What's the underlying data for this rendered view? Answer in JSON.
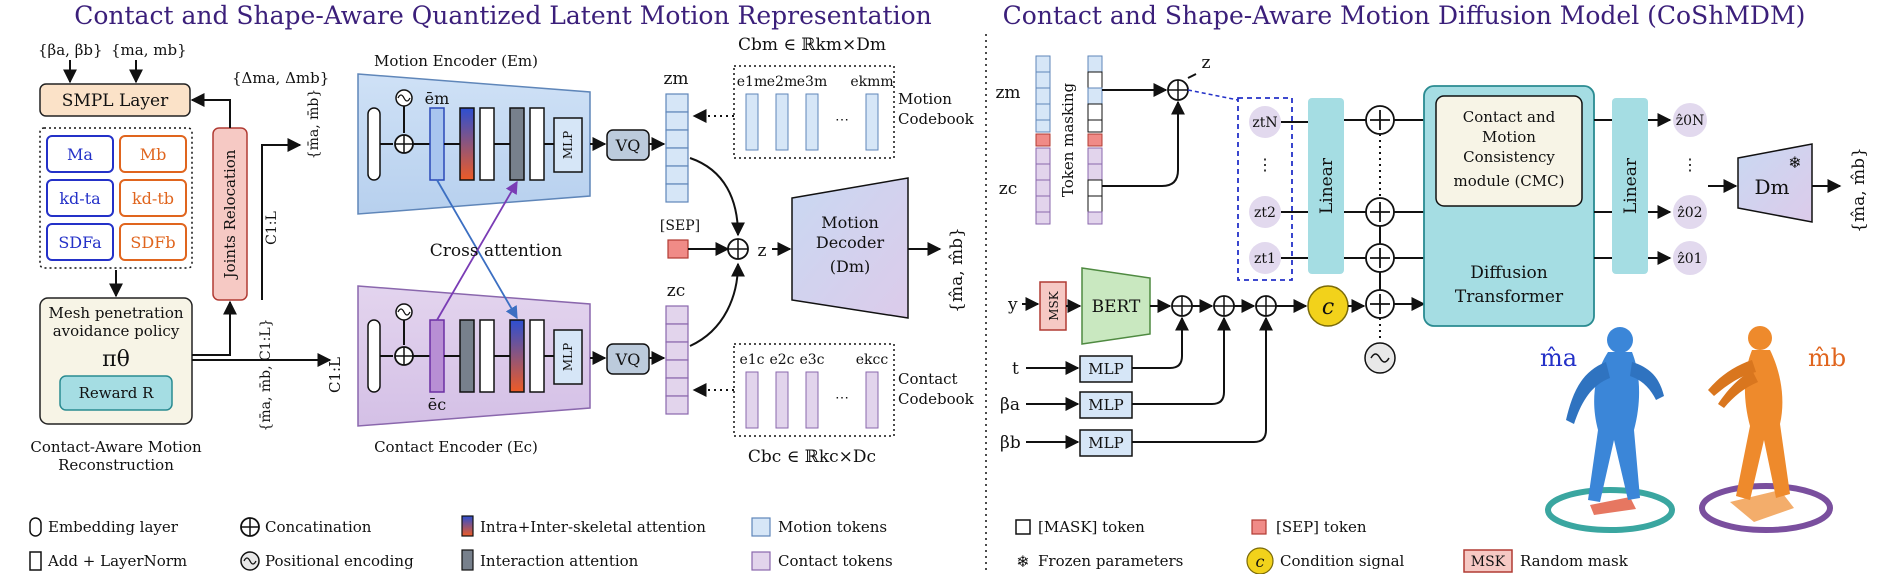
{
  "titles": {
    "left": "Contact and Shape-Aware Quantized Latent Motion Representation",
    "right": "Contact and Shape-Aware Motion Diffusion Model (CoShMDM)"
  },
  "left": {
    "beta_input": "{βa, βb}",
    "m_input": "{ma, mb}",
    "smpl_layer": "SMPL Layer",
    "delta_m": "{Δma, Δmb}",
    "mesh_items": [
      "Ma",
      "Mb",
      "kd-ta",
      "kd-tb",
      "SDFa",
      "SDFb"
    ],
    "joints_relocation": "Joints Relocation",
    "policy_lines": [
      "Mesh penetration",
      "avoidance policy"
    ],
    "policy_symbol": "πθ",
    "reward": "Reward R",
    "section_caption": [
      "Contact-Aware Motion",
      "Reconstruction"
    ],
    "mbar_label": "{m̄a, m̄b}",
    "ctx_label": "{m̄a, m̄b, C1:L}",
    "c_label": "C1:L",
    "c_up_label": "C1:L",
    "motion_encoder": "Motion Encoder (Em)",
    "contact_encoder": "Contact Encoder (Ec)",
    "em_bar": "ēm",
    "ec_bar": "ēc",
    "mlp": "MLP",
    "vq": "VQ",
    "cross_attention": "Cross attention",
    "zm": "zm",
    "zc": "zc",
    "z": "z",
    "sep": "[SEP]",
    "cb_m": "Cbm ∈ ℝkm×Dm",
    "cb_c": "Cbc ∈ ℝkc×Dc",
    "motion_codebook": [
      "Motion",
      "Codebook"
    ],
    "contact_codebook": [
      "Contact",
      "Codebook"
    ],
    "codes_m": [
      "e1m",
      "e2m",
      "e3m",
      "⋯",
      "ekmm"
    ],
    "codes_c": [
      "e1c",
      "e2c",
      "e3c",
      "⋯",
      "ekcc"
    ],
    "decoder": [
      "Motion",
      "Decoder",
      "(Dm)"
    ],
    "decoder_out": "{m̂a, m̂b}"
  },
  "right": {
    "zm": "zm",
    "zc": "zc",
    "token_masking": "Token masking",
    "z": "z",
    "noisy": [
      "ztN",
      "⋮",
      "zt2",
      "zt1"
    ],
    "linear": "Linear",
    "cmc": [
      "Contact and",
      "Motion",
      "Consistency",
      "module (CMC)"
    ],
    "diffusion": [
      "Diffusion",
      "Transformer"
    ],
    "outputs": [
      "ẑ0N",
      "⋮",
      "ẑ02",
      "ẑ01"
    ],
    "dm": "Dm",
    "final_out": "{m̂a, m̂b}",
    "y": "y",
    "msk": "MSK",
    "bert": "BERT",
    "t": "t",
    "beta_a": "βa",
    "beta_b": "βb",
    "mlp": "MLP",
    "cond": "c",
    "ma_hat": "m̂a",
    "mb_hat": "m̂b"
  },
  "legend": {
    "embedding": "Embedding layer",
    "addnorm": "Add + LayerNorm",
    "concat": "Concatination",
    "posenc": "Positional encoding",
    "intra": "Intra+Inter-skeletal attention",
    "interaction": "Interaction attention",
    "motion_tokens": "Motion tokens",
    "contact_tokens": "Contact tokens",
    "mask_token": "[MASK] token",
    "sep_token": "[SEP] token",
    "frozen": "Frozen parameters",
    "cond_signal": "Condition signal",
    "msk": "MSK",
    "random_mask": "Random mask"
  },
  "colors": {
    "title": "#3b1f7a",
    "motion_tok": "#d6e6f7",
    "contact_tok": "#e2d4ec",
    "teal": "#a5dde3",
    "smpl": "#fbe2c8",
    "joints": "#f6c9c4",
    "bert": "#c9e8c0",
    "cond": "#f2d21b",
    "person_a": "#3b86d8",
    "person_b": "#ee8a2c"
  }
}
